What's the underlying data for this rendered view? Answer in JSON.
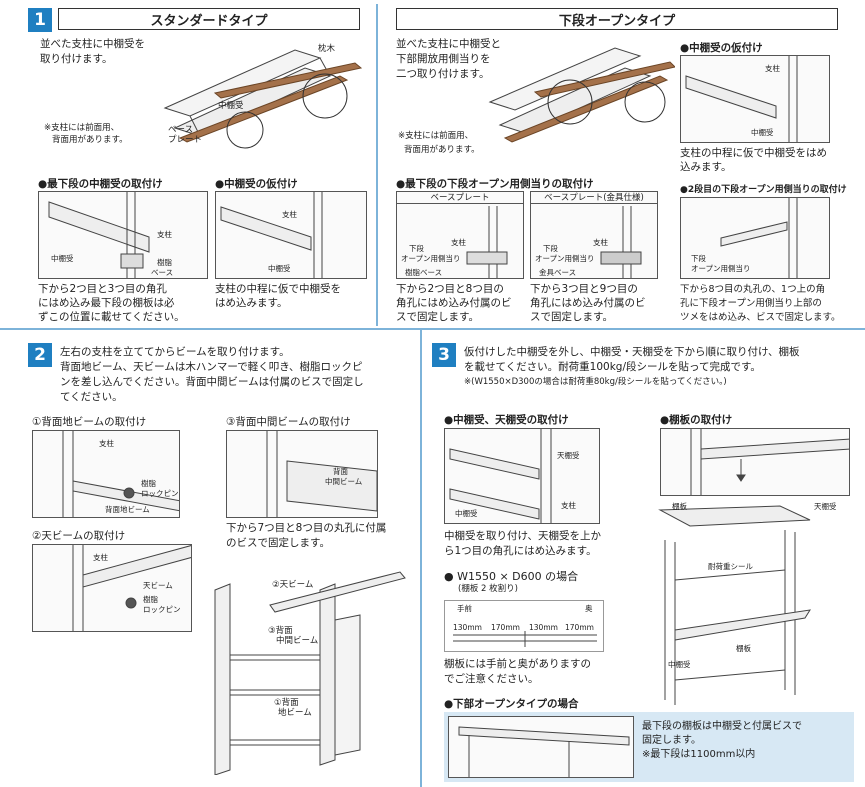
{
  "colors": {
    "accent": "#1f7fc1",
    "divider": "#7db3d9",
    "wood": "#a4714a"
  },
  "s1": {
    "num": "1",
    "title": "スタンダードタイプ",
    "intro": [
      "並べた支柱に中棚受を",
      "取り付けます。"
    ],
    "label_makuragi": "枕木",
    "label_nakatana": "中棚受",
    "label_base": [
      "ベース",
      "プレート"
    ],
    "note": [
      "※支柱には前面用、",
      "背面用があります。"
    ],
    "h_bottom": "●最下段の中棚受の取付け",
    "fig_bottom": {
      "shichu": "支柱",
      "nakatana": "中棚受",
      "base": [
        "樹脂",
        "ベース"
      ]
    },
    "cap_bottom": [
      "下から2つ目と3つ目の角孔",
      "にはめ込み最下段の棚板は必",
      "ずこの位置に載せてください。"
    ],
    "h_kari": "●中棚受の仮付け",
    "fig_kari": {
      "shichu": "支柱",
      "nakatana": "中棚受"
    },
    "cap_kari": [
      "支柱の中程に仮で中棚受を",
      "はめ込みます。"
    ]
  },
  "s1b": {
    "title": "下段オープンタイプ",
    "intro": [
      "並べた支柱に中棚受と",
      "下部開放用側当りを",
      "二つ取り付けます。"
    ],
    "note": [
      "※支柱には前面用、",
      "背面用があります。"
    ],
    "h_open": "●最下段の下段オープン用側当りの取付け",
    "sub_a": "ベースプレート",
    "sub_b": "ベースプレート(金具仕様)",
    "fig_a": {
      "shichu": "支柱",
      "open": [
        "下段",
        "オープン用側当り"
      ],
      "base": "樹脂ベース"
    },
    "fig_b": {
      "shichu": "支柱",
      "open": [
        "下段",
        "オープン用側当り"
      ],
      "base": "金具ベース"
    },
    "cap_a": [
      "下から2つ目と8つ目の",
      "角孔にはめ込み付属のビ",
      "スで固定します。"
    ],
    "cap_b": [
      "下から3つ目と9つ目の",
      "角孔にはめ込み付属のビ",
      "スで固定します。"
    ],
    "h_kari": "●中棚受の仮付け",
    "fig_kari": {
      "shichu": "支柱",
      "nakatana": "中棚受"
    },
    "cap_kari": [
      "支柱の中程に仮で中棚受をはめ",
      "込みます。"
    ],
    "h_2nd": "●2段目の下段オープン用側当りの取付け",
    "fig_2nd": {
      "open": [
        "下段",
        "オープン用側当り"
      ]
    },
    "cap_2nd": [
      "下から8つ目の丸孔の、1つ上の角",
      "孔に下段オープン用側当り上部の",
      "ツメをはめ込み、ビスで固定します。"
    ]
  },
  "s2": {
    "num": "2",
    "intro": [
      "左右の支柱を立ててからビームを取り付けます。",
      "背面地ビーム、天ビームは木ハンマーで軽く叩き、樹脂ロックピ",
      "ンを差し込んでください。背面中間ビームは付属のビスで固定し",
      "てください。"
    ],
    "h1": "①背面地ビームの取付け",
    "f1": {
      "shichu": "支柱",
      "pin": [
        "樹脂",
        "ロックピン"
      ],
      "beam": "背面地ビーム"
    },
    "h2": "②天ビームの取付け",
    "f2": {
      "shichu": "支柱",
      "beam": "天ビーム",
      "pin": [
        "樹脂",
        "ロックピン"
      ]
    },
    "h3": "③背面中間ビームの取付け",
    "f3": {
      "beam": [
        "背面",
        "中間ビーム"
      ]
    },
    "cap3": [
      "下から7つ目と8つ目の丸孔に付属",
      "のビスで固定します。"
    ],
    "big": {
      "b2": "②天ビーム",
      "b3": [
        "③背面",
        "中間ビーム"
      ],
      "b1": [
        "①背面",
        "地ビーム"
      ]
    }
  },
  "s3": {
    "num": "3",
    "intro": [
      "仮付けした中棚受を外し、中棚受・天棚受を下から順に取り付け、棚板",
      "を載せてください。耐荷重100kg/段シールを貼って完成です。",
      "※(W1550×D300の場合は耐荷重80kg/段シールを貼ってください。)"
    ],
    "h1": "●中棚受、天棚受の取付け",
    "f1": {
      "ten": "天棚受",
      "shichu": "支柱",
      "naka": "中棚受"
    },
    "cap1": [
      "中棚受を取り付け、天棚受を上か",
      "ら1つ目の角孔にはめ込みます。"
    ],
    "h_w": "● W1550 × D600 の場合",
    "h_w_sub": "(棚板 2 枚割り)",
    "dim": {
      "front": "手前",
      "back": "奥",
      "d1": "130mm",
      "d2": "170mm",
      "d3": "130mm",
      "d4": "170mm"
    },
    "cap_w": [
      "棚板には手前と奥がありますの",
      "でご注意ください。"
    ],
    "h2": "●棚板の取付け",
    "f2": {
      "tanaita": "棚板",
      "tenta": "天棚受",
      "seal": "耐荷重シール",
      "tanaita2": "棚板",
      "naka": "中棚受"
    },
    "h_open": "●下部オープンタイプの場合",
    "cap_open": [
      "最下段の棚板は中棚受と付属ビスで",
      "固定します。",
      "※最下段は1100mm以内"
    ]
  }
}
